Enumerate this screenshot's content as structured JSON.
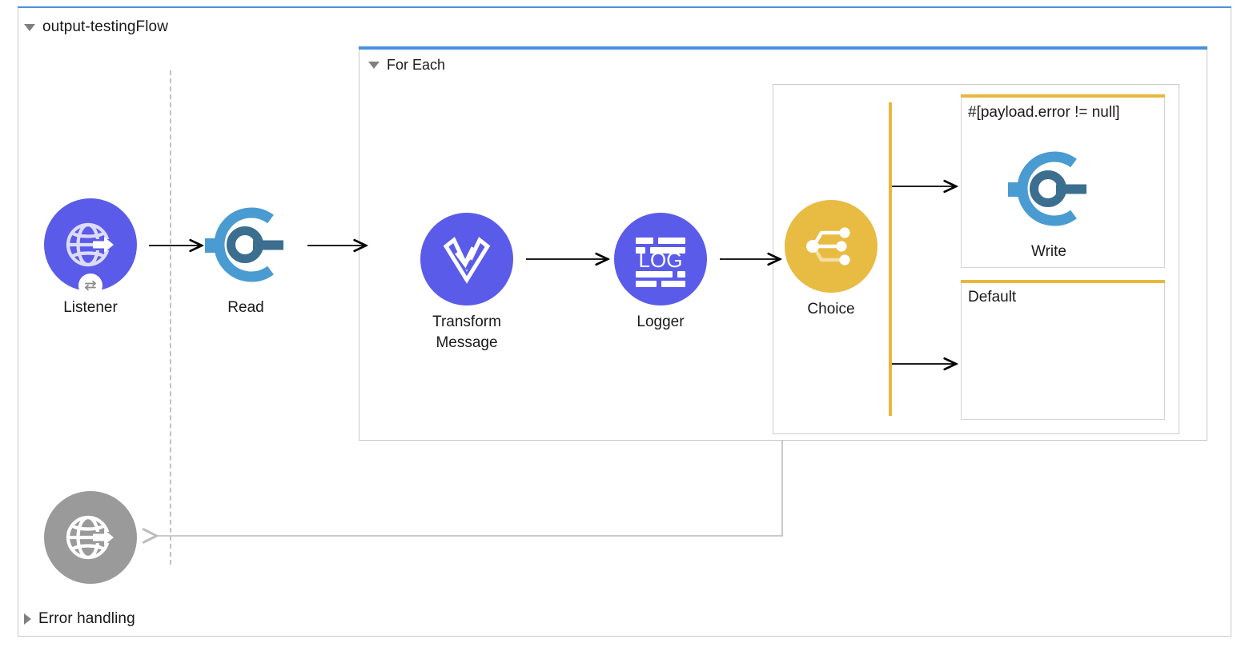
{
  "flow": {
    "title": "output-testingFlow",
    "expanded": true,
    "toggle_icon": "triangle-down-icon",
    "accent_color": "#4a90e2"
  },
  "scopes": {
    "foreach": {
      "title": "For Each",
      "expanded": true,
      "toggle_icon": "triangle-down-icon",
      "accent_color": "#4a90e2"
    },
    "choice": {
      "name": "Choice",
      "accent_color": "#e8b73c"
    }
  },
  "nodes": {
    "listener": {
      "label": "Listener",
      "icon": "http-listener-globe-icon",
      "badge_icon": "exchange-arrows-icon",
      "color": "#5b5bea"
    },
    "read": {
      "label": "Read",
      "icon": "file-read-connector-icon",
      "color_arc": "#4a9bd1",
      "color_core": "#3b6e8f"
    },
    "transform": {
      "label": "Transform\nMessage",
      "icon": "dataweave-transform-icon",
      "color": "#5b5bea"
    },
    "logger": {
      "label": "Logger",
      "icon": "logger-icon",
      "icon_text": "LOG",
      "color": "#5b5bea"
    },
    "choice": {
      "label": "Choice",
      "icon": "choice-router-icon",
      "color": "#e8bb43"
    },
    "write": {
      "label": "Write",
      "icon": "file-write-connector-icon",
      "color_arc": "#4a9bd1",
      "color_core": "#3b6e8f"
    },
    "return": {
      "label": "",
      "icon": "http-response-globe-icon",
      "color": "#9a9a9a"
    }
  },
  "routes": [
    {
      "label": "#[payload.error != null]",
      "accent_color": "#e8b73c"
    },
    {
      "label": "Default",
      "accent_color": "#e8b73c"
    }
  ],
  "error_handling": {
    "label": "Error handling",
    "expanded": false,
    "toggle_icon": "triangle-right-icon"
  }
}
